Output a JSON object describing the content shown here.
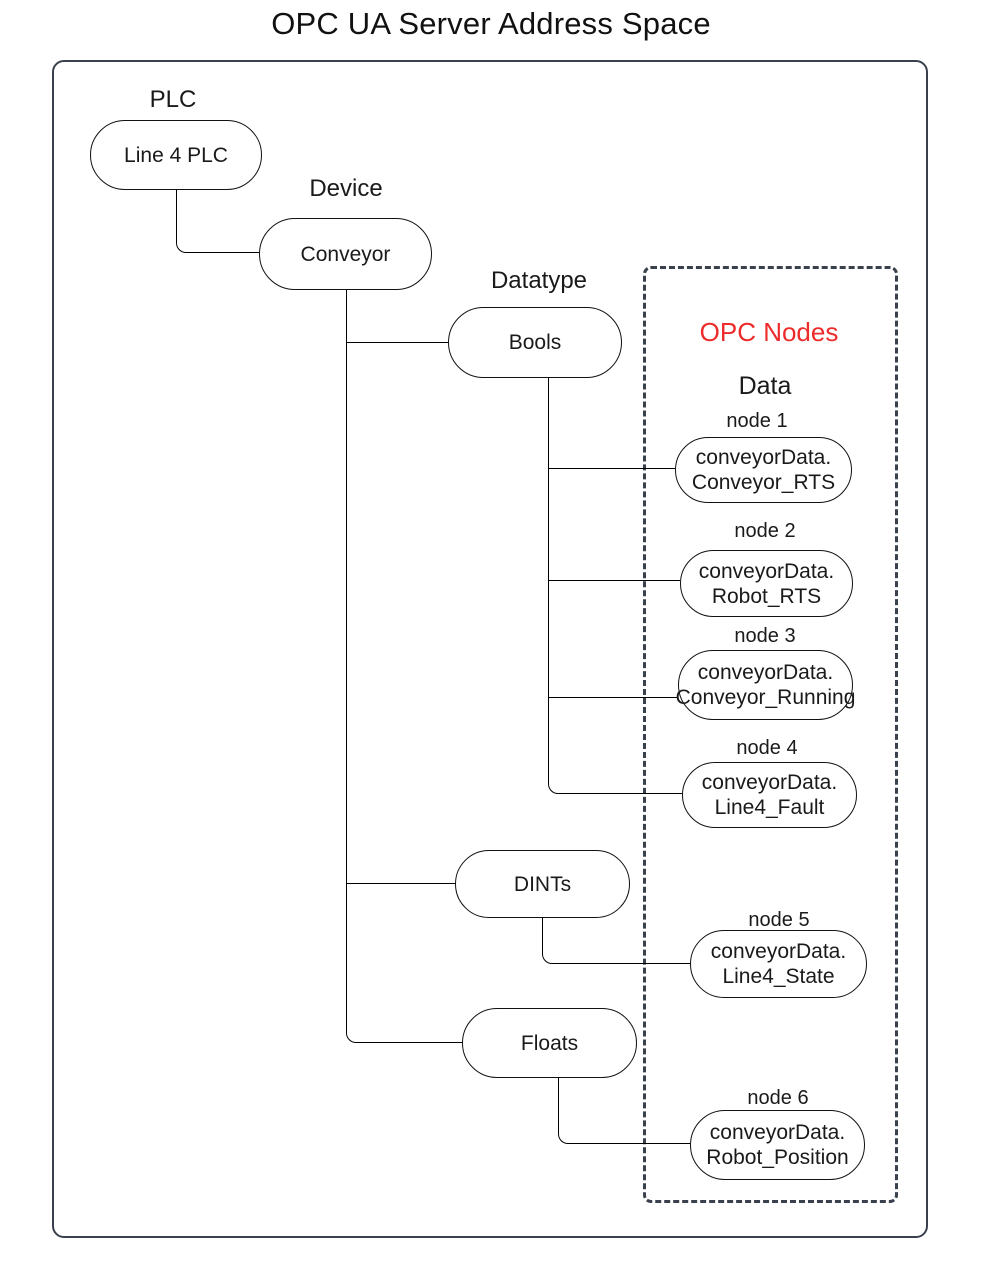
{
  "title": "OPC UA Server Address Space",
  "colors": {
    "frame_outline": "#39414d",
    "connector_line": "#000000",
    "opc_nodes_heading_red": "#ee2b2b",
    "node_fill": "#ffffff",
    "text": "#1a1a1a"
  },
  "section_labels": {
    "plc": "PLC",
    "device": "Device",
    "datatype": "Datatype",
    "opc_nodes": "OPC Nodes",
    "data": "Data"
  },
  "tree": {
    "plc": "Line 4 PLC",
    "device": "Conveyor",
    "datatypes": [
      "Bools",
      "DINTs",
      "Floats"
    ]
  },
  "opc_nodes": [
    {
      "label": "node 1",
      "name_line1": "conveyorData.",
      "name_line2": "Conveyor_RTS",
      "parent_datatype": "Bools"
    },
    {
      "label": "node 2",
      "name_line1": "conveyorData.",
      "name_line2": "Robot_RTS",
      "parent_datatype": "Bools"
    },
    {
      "label": "node 3",
      "name_line1": "conveyorData.",
      "name_line2": "Conveyor_Running",
      "parent_datatype": "Bools"
    },
    {
      "label": "node 4",
      "name_line1": "conveyorData.",
      "name_line2": "Line4_Fault",
      "parent_datatype": "Bools"
    },
    {
      "label": "node 5",
      "name_line1": "conveyorData.",
      "name_line2": "Line4_State",
      "parent_datatype": "DINTs"
    },
    {
      "label": "node 6",
      "name_line1": "conveyorData.",
      "name_line2": "Robot_Position",
      "parent_datatype": "Floats"
    }
  ]
}
